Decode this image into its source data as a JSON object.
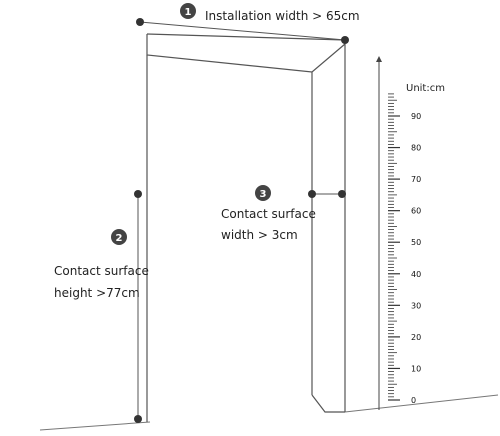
{
  "annotations": {
    "width": {
      "badge": "1",
      "text": "Installation width > 65cm"
    },
    "height": {
      "badge": "2",
      "line1": "Contact surface",
      "line2": "height >77cm"
    },
    "contact": {
      "badge": "3",
      "line1": "Contact surface",
      "line2": "width > 3cm"
    }
  },
  "ruler": {
    "unit_label": "Unit:cm",
    "ticks": [
      "0",
      "10",
      "20",
      "30",
      "40",
      "50",
      "60",
      "70",
      "80",
      "90"
    ]
  },
  "colors": {
    "line": "#555555",
    "dot": "#333333",
    "badge": "#444444"
  }
}
